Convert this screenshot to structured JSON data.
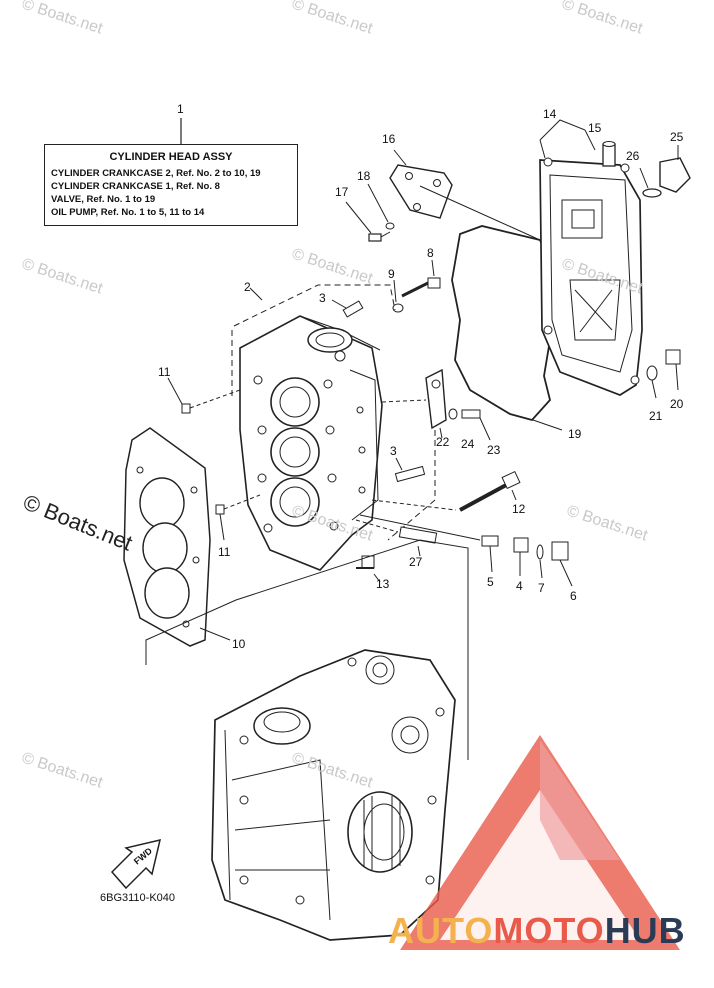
{
  "watermark_text": "© Boats.net",
  "legend": {
    "title": "CYLINDER HEAD ASSY",
    "lines": [
      "CYLINDER CRANKCASE 2,  Ref. No. 2 to 10, 19",
      "CYLINDER CRANKCASE 1,  Ref. No. 8",
      "VALVE,  Ref. No. 1 to 19",
      "OIL PUMP,  Ref. No. 1 to 5, 11 to 14"
    ]
  },
  "callouts": [
    "1",
    "2",
    "3",
    "3",
    "4",
    "5",
    "6",
    "7",
    "8",
    "9",
    "10",
    "11",
    "11",
    "12",
    "13",
    "14",
    "15",
    "16",
    "17",
    "18",
    "19",
    "20",
    "21",
    "22",
    "23",
    "24",
    "25",
    "26",
    "27"
  ],
  "diagram_code": "6BG3110-K040",
  "fwd_label": "FWD",
  "brand": {
    "part1": "AUTO",
    "part2": "MOTO",
    "part3": "HUB"
  },
  "colors": {
    "line": "#222222",
    "brand_orange": "#f4b24e",
    "brand_red": "#e85b4b",
    "brand_navy": "#2b3a55",
    "watermark": "#c9c9c9"
  }
}
